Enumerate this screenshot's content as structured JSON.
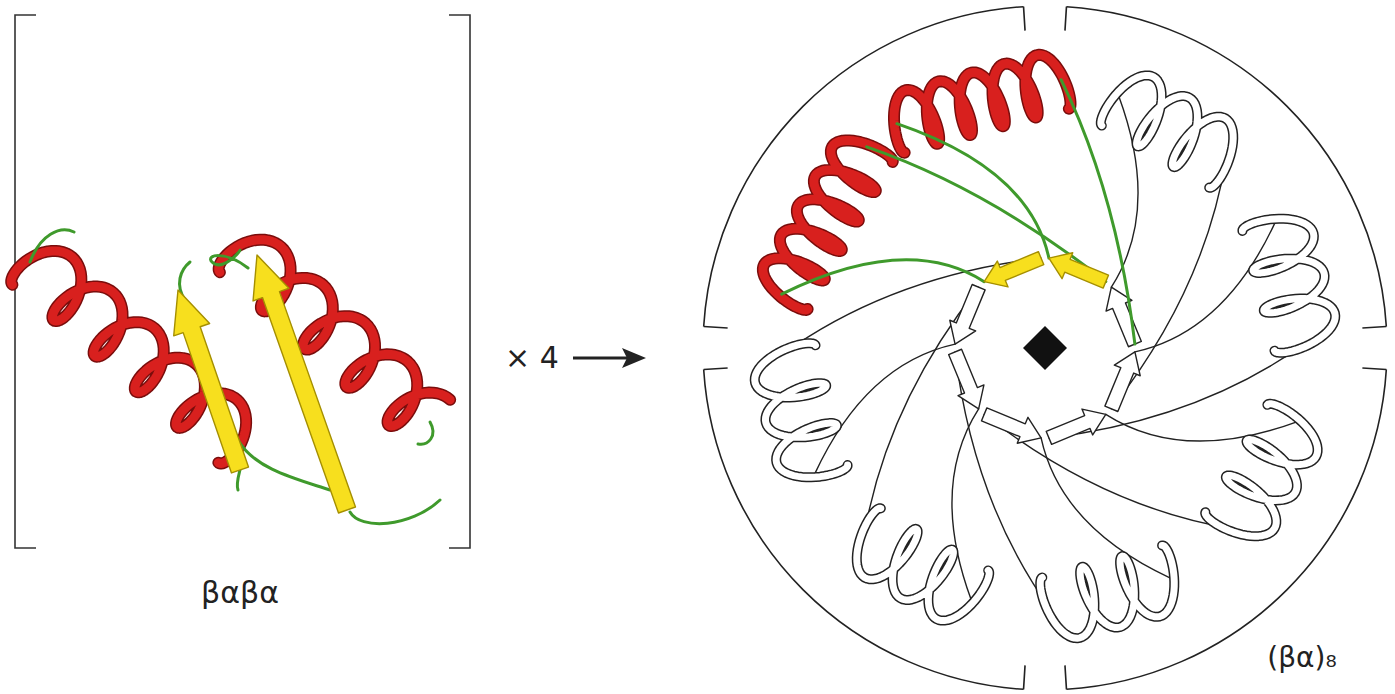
{
  "diagram": {
    "labels": [
      "βαβα",
      "× 4",
      "(βα)₈"
    ]
  }
}
